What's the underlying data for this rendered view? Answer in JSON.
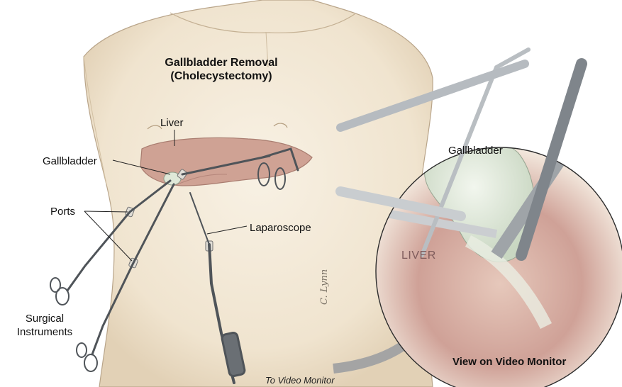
{
  "title": {
    "line1": "Gallbladder Removal",
    "line2": "(Cholecystectomy)"
  },
  "labels": {
    "liver": "Liver",
    "gallbladder": "Gallbladder",
    "ports": "Ports",
    "laparoscope": "Laparoscope",
    "surgical_instruments_line1": "Surgical",
    "surgical_instruments_line2": "Instruments",
    "to_video_monitor": "To Video Monitor",
    "view_on_video_monitor": "View on Video Monitor",
    "inset_gallbladder": "Gallbladder",
    "inset_liver": "LIVER",
    "signature": "C. Lynn"
  },
  "colors": {
    "skin": "#f2e8d6",
    "skin_shadow": "#e6d6bd",
    "liver": "#c89a8c",
    "liver_dark": "#a86f66",
    "gallbladder": "#dfe8d8",
    "instrument": "#555a60",
    "arrow": "#a4a4a4"
  }
}
